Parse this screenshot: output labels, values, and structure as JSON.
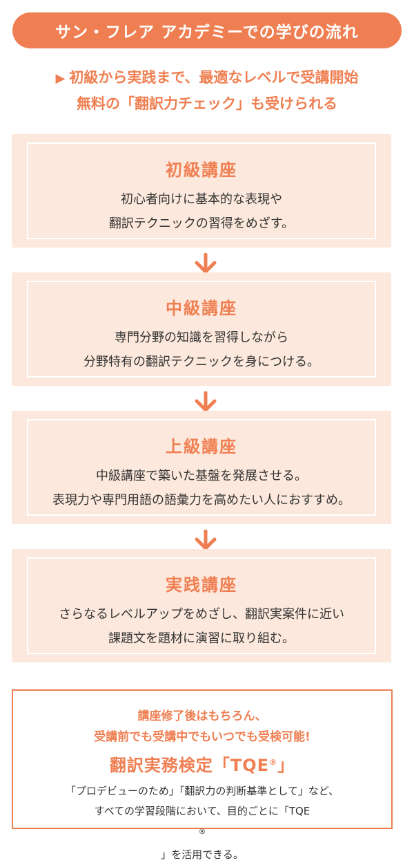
{
  "header": {
    "title": "サン・フレア アカデミーでの学びの流れ"
  },
  "intro": {
    "marker": "▶",
    "line1": "初級から実践まで、最適なレベルで受講開始",
    "line2": "無料の「翻訳力チェック」も受けられる"
  },
  "steps": [
    {
      "title": "初級講座",
      "line1": "初心者向けに基本的な表現や",
      "line2": "翻訳テクニックの習得をめざす。"
    },
    {
      "title": "中級講座",
      "line1": "専門分野の知識を習得しながら",
      "line2": "分野特有の翻訳テクニックを身につける。"
    },
    {
      "title": "上級講座",
      "line1": "中級講座で築いた基盤を発展させる。",
      "line2": "表現力や専門用語の語彙力を高めたい人におすすめ。"
    },
    {
      "title": "実践講座",
      "line1": "さらなるレベルアップをめざし、翻訳実案件に近い",
      "line2": "課題文を題材に演習に取り組む。"
    }
  ],
  "tqe": {
    "lead1": "講座修了後はもちろん、",
    "lead2": "受講前でも受講中でもいつでも受検可能!",
    "title_prefix": "翻訳実務検定「TQE",
    "reg_mark": "®",
    "title_suffix": "」",
    "note1": "「プロデビューのため」「翻訳力の判断基準として」など、",
    "note2_prefix": "すべての学習段階において、目的ごとに「TQE",
    "note2_suffix": "」を活用できる。"
  },
  "icons": {
    "arrow": "arrow-down-icon"
  },
  "colors": {
    "accent": "#ef7f52",
    "panel": "#fce8dc",
    "text": "#333333"
  }
}
